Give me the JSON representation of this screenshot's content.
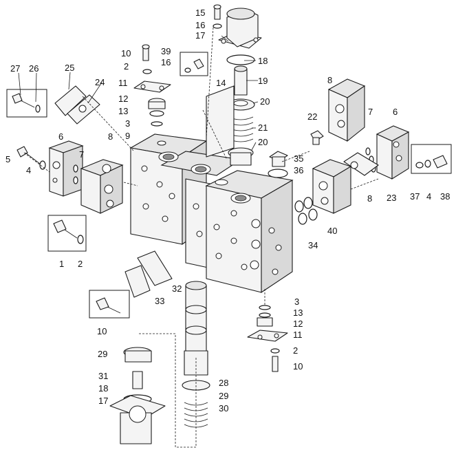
{
  "callouts": {
    "c1": "1",
    "c2a": "2",
    "c2b": "2",
    "c2c": "2",
    "c3a": "3",
    "c3b": "3",
    "c4a": "4",
    "c4b": "4",
    "c5": "5",
    "c6a": "6",
    "c6b": "6",
    "c7a": "7",
    "c7b": "7",
    "c8a": "8",
    "c8b": "8",
    "c8c": "8",
    "c9": "9",
    "c10a": "10",
    "c10b": "10",
    "c10c": "10",
    "c11a": "11",
    "c11b": "11",
    "c12a": "12",
    "c12b": "12",
    "c13a": "13",
    "c13b": "13",
    "c14": "14",
    "c15": "15",
    "c16a": "16",
    "c16b": "16",
    "c17a": "17",
    "c17b": "17",
    "c18a": "18",
    "c18b": "18",
    "c19": "19",
    "c20a": "20",
    "c20b": "20",
    "c21": "21",
    "c22": "22",
    "c23": "23",
    "c24": "24",
    "c25": "25",
    "c26": "26",
    "c27": "27",
    "c28": "28",
    "c29a": "29",
    "c29b": "29",
    "c30": "30",
    "c31": "31",
    "c32": "32",
    "c33": "33",
    "c34": "34",
    "c35": "35",
    "c36": "36",
    "c37": "37",
    "c38": "38",
    "c39": "39",
    "c40": "40"
  }
}
